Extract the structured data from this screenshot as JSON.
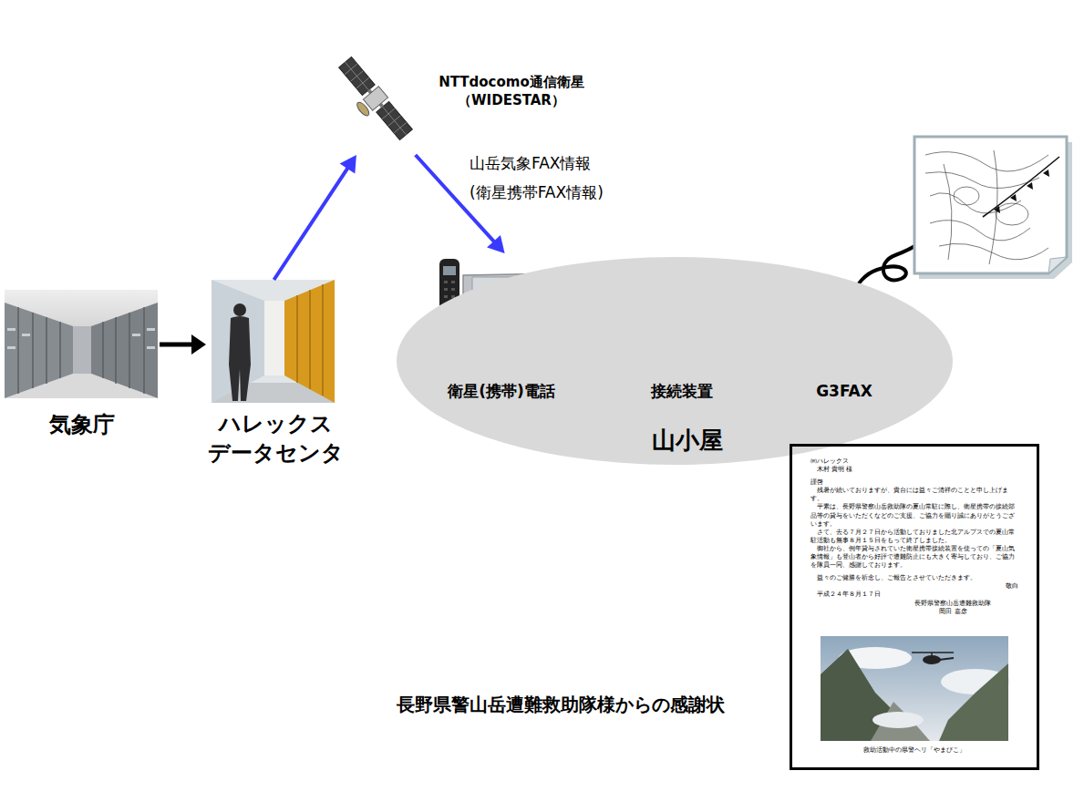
{
  "diagram": {
    "nodes": [
      {
        "text": [
          "気象庁"
        ]
      },
      {
        "text": [
          "ハレックス データセンタ"
        ]
      },
      {
        "text": [
          "NTTdocomo通信衛星 （WIDESTAR）"
        ]
      },
      {
        "text": [
          "山小屋"
        ]
      },
      {
        "text": [
          "衛星(携帯)電話"
        ],
        "in": 3
      },
      {
        "text": [
          "接続装置"
        ],
        "in": 3
      },
      {
        "text": [
          "G3FAX"
        ],
        "in": 3
      },
      {
        "text": [
          "㈱ハレックス",
          "木村 貴明 様",
          "謹啓",
          "残暑が続いておりますが、貴台には益々ご清祥のことと申し上げます。",
          "平素は、長野県警察山岳救助隊の夏山常駐に際し、衛星携帯の接続部品等の貸与をいただくなどのご支援、ご協力を賜り誠にありがとうございます。",
          "さて、去る７月２７日から活動しておりました北アルプスでの夏山常駐活動も無事８月１５日をもって終了しました。",
          "御社から、例年貸与されていた衛星携帯接続装置を使っての「夏山気象情報」も登山者から好評で遭難防止にも大きく寄与しており、ご協力を隊員一同、感謝しております。",
          "益々のご健勝を祈念し、ご報告とさせていただきます。",
          "敬白",
          "平成２４年８月１７日",
          "長野県警察山岳遭難救助隊",
          "岡田 嘉彦",
          "救助活動中の県警ヘリ「やまびこ」"
        ]
      }
    ],
    "edges": [
      {
        "from": 0,
        "to": 1,
        "arrow": "to"
      },
      {
        "from": 1,
        "to": 2,
        "arrow": "to"
      },
      {
        "from": 2,
        "to": 4,
        "label": "山岳気象FAX情報 (衛星携帯FAX情報)",
        "arrow": "to"
      },
      {
        "from": 4,
        "to": 5,
        "arrow": "none"
      },
      {
        "from": 5,
        "to": 6,
        "arrow": "none"
      }
    ],
    "labels": [
      "長野県警山岳遭難救助隊様からの感謝状"
    ]
  }
}
